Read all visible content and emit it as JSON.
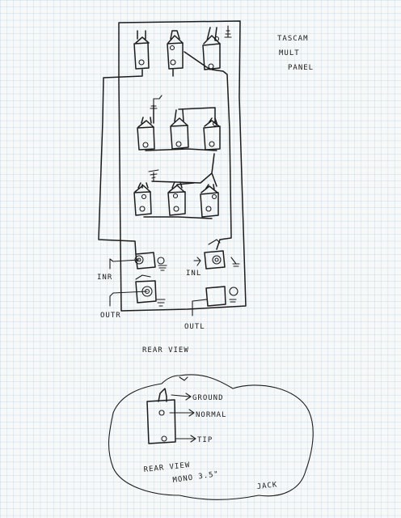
{
  "sheet": {
    "paper": "graph-paper",
    "grid_color": "#b9d3e6",
    "ink_color": "#1c1c1c"
  },
  "labels": {
    "panel_title_line1": "TASCAM",
    "panel_title_line2": "MULT",
    "panel_title_line3": "PANEL",
    "in_r": "INR",
    "in_l": "INL",
    "out_r": "OUTR",
    "out_l": "OUTL",
    "rear_view": "REAR VIEW",
    "jack_ground": "GROUND",
    "jack_normal": "NORMAL",
    "jack_tip": "TIP",
    "jack_caption_line1": "REAR VIEW",
    "jack_caption_line2": "MONO 3.5\"",
    "jack_caption_line3": "JACK"
  }
}
